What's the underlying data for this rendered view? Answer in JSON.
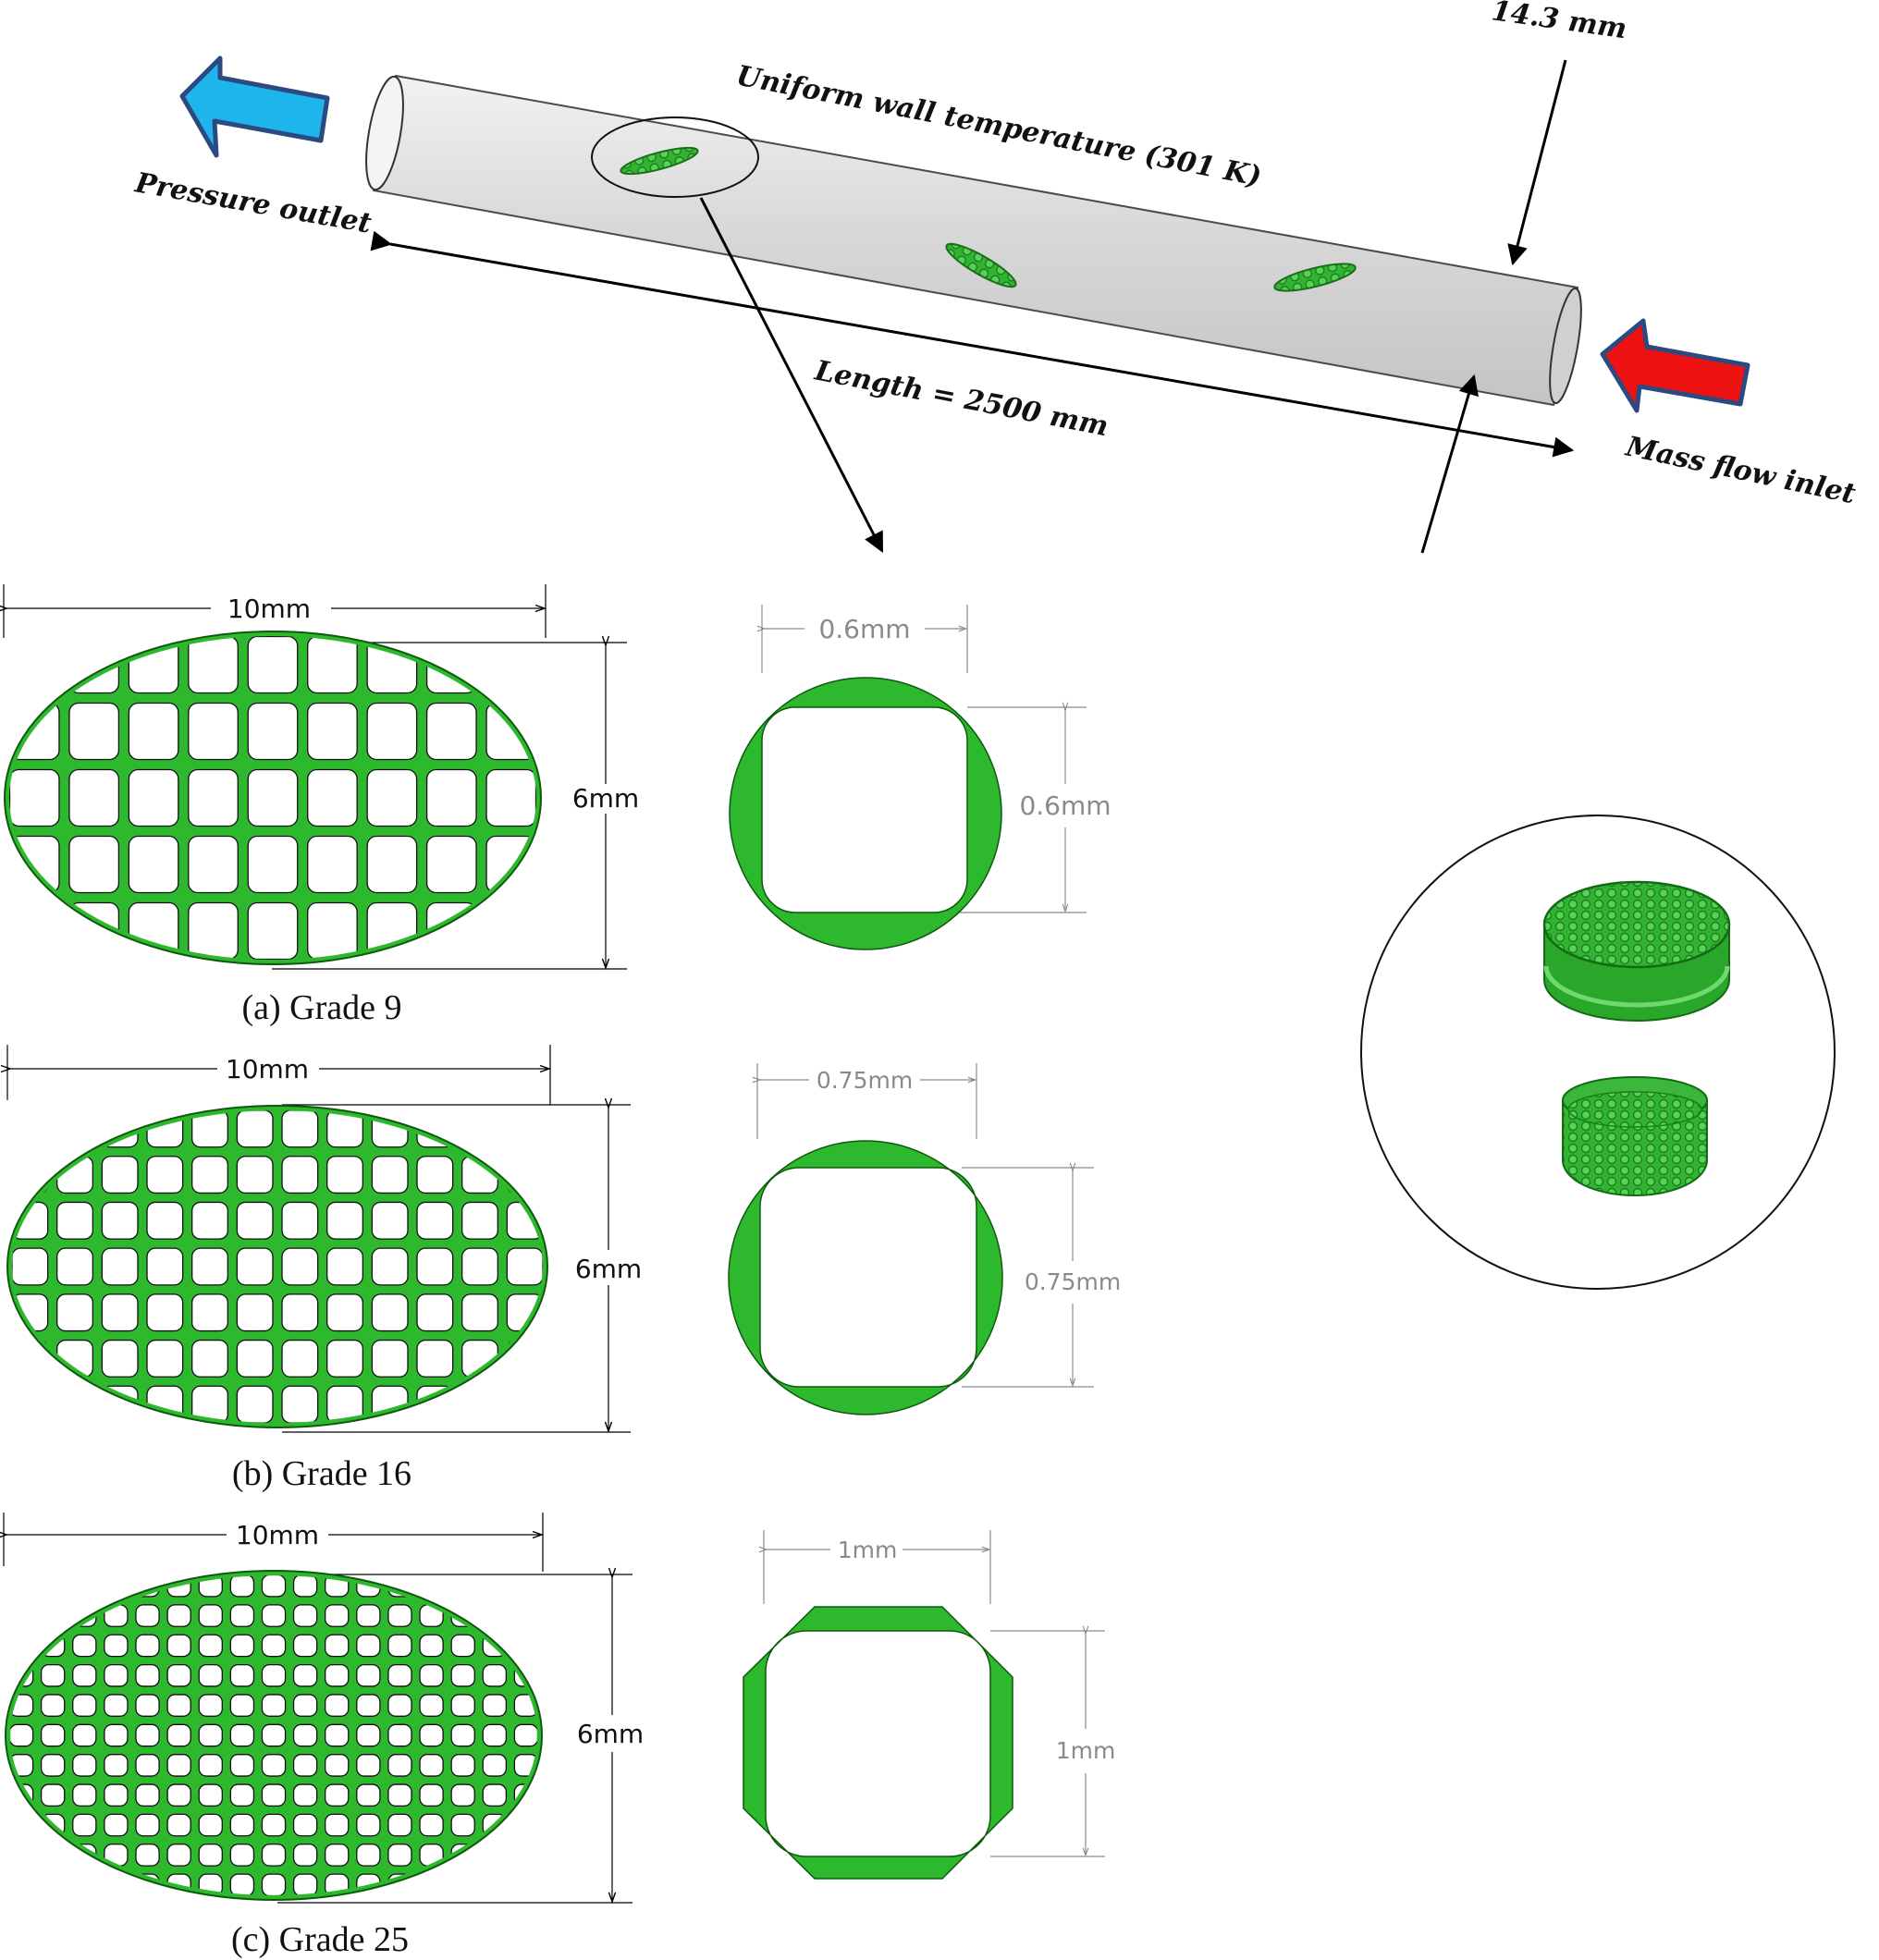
{
  "colors": {
    "mesh_green": "#2db82d",
    "mesh_edge": "#0d5a0d",
    "outlet_arrow": "#1eb4ec",
    "inlet_arrow": "#ee1111",
    "arrow_border": "#2a4a80",
    "pipe": "#dcdcdc",
    "dim_grey": "#8a8a8a"
  },
  "tube": {
    "outlet_label": "Pressure outlet",
    "wall_label": "Uniform wall temperature (301 K)",
    "length_label": "Length = 2500 mm",
    "inlet_label": "Mass flow inlet",
    "diameter_label": "14.3 mm"
  },
  "grades": [
    {
      "caption": "(a) Grade 9",
      "width_label": "10mm",
      "height_label": "6mm",
      "cell_width_label": "0.6mm",
      "cell_height_label": "0.6mm"
    },
    {
      "caption": "(b) Grade 16",
      "width_label": "10mm",
      "height_label": "6mm",
      "cell_width_label": "0.75mm",
      "cell_height_label": "0.75mm"
    },
    {
      "caption": "(c) Grade 25",
      "width_label": "10mm",
      "height_label": "6mm",
      "cell_width_label": "1mm",
      "cell_height_label": "1mm"
    }
  ]
}
